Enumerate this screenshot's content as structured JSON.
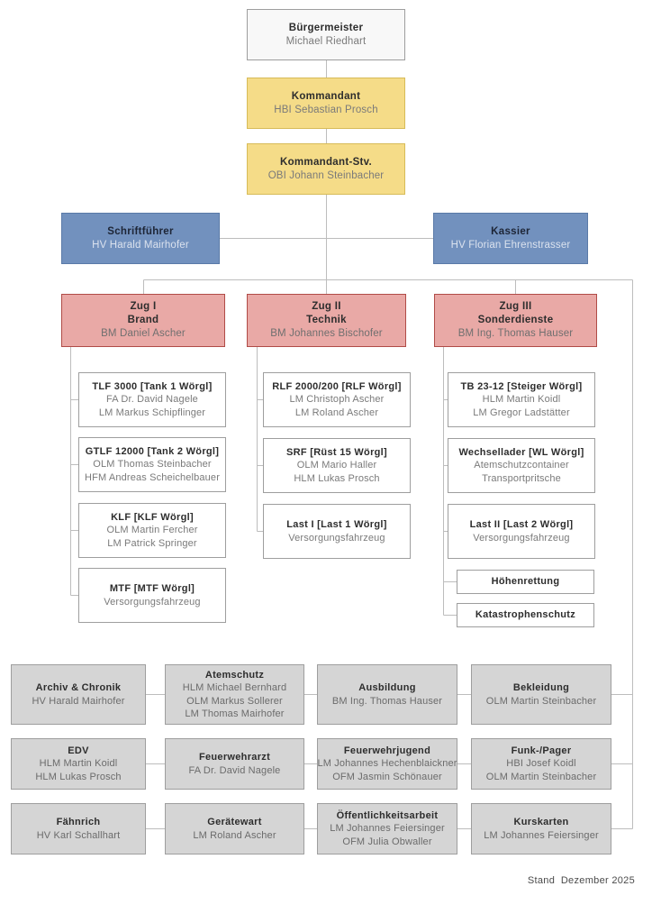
{
  "footer": {
    "stand": "Stand  Dezember 2025"
  },
  "colors": {
    "leadership_yellow": "#f5dc88",
    "admin_blue": "#7291be",
    "zug_red": "#e9a9a6",
    "department_gray": "#d5d5d5",
    "connector_line": "#bdbdbd"
  },
  "leadership": {
    "buergermeister": {
      "title": "Bürgermeister",
      "name": "Michael Riedhart"
    },
    "kommandant": {
      "title": "Kommandant",
      "name": "HBI Sebastian Prosch"
    },
    "kommandant_stv": {
      "title": "Kommandant-Stv.",
      "name": "OBI Johann Steinbacher"
    },
    "schriftfuehrer": {
      "title": "Schriftführer",
      "name": "HV Harald Mairhofer"
    },
    "kassier": {
      "title": "Kassier",
      "name": "HV Florian Ehrenstrasser"
    }
  },
  "zuege": [
    {
      "line1": "Zug I",
      "line2": "Brand",
      "name": "BM Daniel Ascher"
    },
    {
      "line1": "Zug II",
      "line2": "Technik",
      "name": "BM Johannes Bischofer"
    },
    {
      "line1": "Zug III",
      "line2": "Sonderdienste",
      "name": "BM Ing. Thomas Hauser"
    }
  ],
  "vehicles": {
    "zug1": [
      {
        "title": "TLF 3000 [Tank 1 Wörgl]",
        "sub1": "FA Dr. David Nagele",
        "sub2": "LM Markus Schipflinger"
      },
      {
        "title": "GTLF 12000 [Tank 2 Wörgl]",
        "sub1": "OLM Thomas Steinbacher",
        "sub2": "HFM Andreas Scheichelbauer"
      },
      {
        "title": "KLF [KLF Wörgl]",
        "sub1": "OLM Martin Fercher",
        "sub2": "LM Patrick Springer"
      },
      {
        "title": "MTF [MTF Wörgl]",
        "sub1": "Versorgungsfahrzeug"
      }
    ],
    "zug2": [
      {
        "title": "RLF 2000/200 [RLF Wörgl]",
        "sub1": "LM Christoph Ascher",
        "sub2": "LM Roland Ascher"
      },
      {
        "title": "SRF [Rüst 15 Wörgl]",
        "sub1": "OLM Mario Haller",
        "sub2": "HLM Lukas Prosch"
      },
      {
        "title": "Last I [Last 1 Wörgl]",
        "sub1": "Versorgungsfahrzeug"
      }
    ],
    "zug3": [
      {
        "title": "TB 23-12 [Steiger Wörgl]",
        "sub1": "HLM Martin Koidl",
        "sub2": "LM Gregor Ladstätter"
      },
      {
        "title": "Wechsellader [WL Wörgl]",
        "sub1": "Atemschutzcontainer",
        "sub2": "Transportpritsche"
      },
      {
        "title": "Last II [Last 2 Wörgl]",
        "sub1": "Versorgungsfahrzeug"
      },
      {
        "title": "Höhenrettung"
      },
      {
        "title": "Katastrophenschutz"
      }
    ]
  },
  "departments": [
    {
      "title": "Archiv & Chronik",
      "sub1": "HV Harald Mairhofer"
    },
    {
      "title": "Atemschutz",
      "sub1": "HLM Michael Bernhard",
      "sub2": "OLM Markus Sollerer",
      "sub3": "LM Thomas Mairhofer"
    },
    {
      "title": "Ausbildung",
      "sub1": "BM Ing. Thomas Hauser"
    },
    {
      "title": "Bekleidung",
      "sub1": "OLM Martin Steinbacher"
    },
    {
      "title": "EDV",
      "sub1": "HLM Martin Koidl",
      "sub2": "HLM Lukas Prosch"
    },
    {
      "title": "Feuerwehrarzt",
      "sub1": "FA Dr. David Nagele"
    },
    {
      "title": "Feuerwehrjugend",
      "sub1": "LM Johannes Hechenblaickner",
      "sub2": "OFM Jasmin Schönauer"
    },
    {
      "title": "Funk-/Pager",
      "sub1": "HBI Josef Koidl",
      "sub2": "OLM Martin Steinbacher"
    },
    {
      "title": "Fähnrich",
      "sub1": "HV Karl Schallhart"
    },
    {
      "title": "Gerätewart",
      "sub1": "LM Roland Ascher"
    },
    {
      "title": "Öffentlichkeitsarbeit",
      "sub1": "LM Johannes Feiersinger",
      "sub2": "OFM Julia Obwaller"
    },
    {
      "title": "Kurskarten",
      "sub1": "LM Johannes Feiersinger"
    }
  ]
}
